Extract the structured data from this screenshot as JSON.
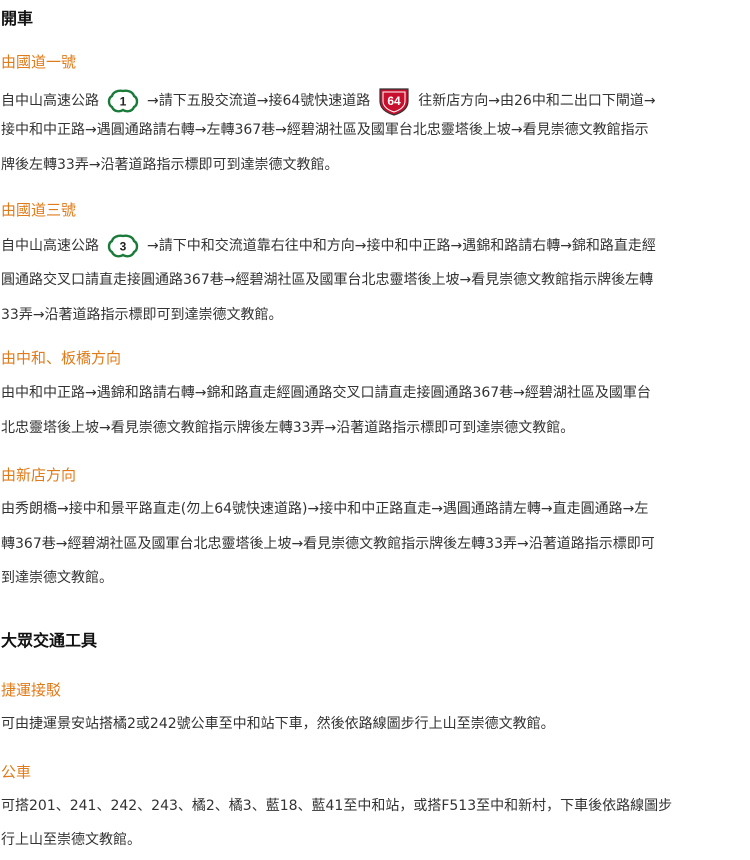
{
  "sections": {
    "driving": {
      "title": "開車",
      "national1": {
        "heading": "由國道一號",
        "line1_a": "自中山高速公路",
        "shield1_number": "1",
        "line1_b": "→請下五股交流道→接64號快速道路",
        "shield64_number": "64",
        "line1_c": "往新店方向→由26中和二出口下閘道→",
        "line2": "接中和中正路→遇圓通路請右轉→左轉367巷→經碧湖社區及國軍台北忠靈塔後上坡→看見崇德文教館指示",
        "line3": "牌後左轉33弄→沿著道路指示標即可到達崇德文教館。"
      },
      "national3": {
        "heading": "由國道三號",
        "line1_a": "自中山高速公路",
        "shield3_number": "3",
        "line1_b": "→請下中和交流道靠右往中和方向→接中和中正路→遇錦和路請右轉→錦和路直走經",
        "line2": "圓通路交叉口請直走接圓通路367巷→經碧湖社區及國軍台北忠靈塔後上坡→看見崇德文教館指示牌後左轉",
        "line3": "33弄→沿著道路指示標即可到達崇德文教館。"
      },
      "zhonghe": {
        "heading": "由中和、板橋方向",
        "line1": "由中和中正路→遇錦和路請右轉→錦和路直走經圓通路交叉口請直走接圓通路367巷→經碧湖社區及國軍台",
        "line2": "北忠靈塔後上坡→看見崇德文教館指示牌後左轉33弄→沿著道路指示標即可到達崇德文教館。"
      },
      "xindian": {
        "heading": "由新店方向",
        "line1": "由秀朗橋→接中和景平路直走(勿上64號快速道路)→接中和中正路直走→遇圓通路請左轉→直走圓通路→左",
        "line2": "轉367巷→經碧湖社區及國軍台北忠靈塔後上坡→看見崇德文教館指示牌後左轉33弄→沿著道路指示標即可",
        "line3": "到達崇德文教館。"
      }
    },
    "transit": {
      "title": "大眾交通工具",
      "mrt": {
        "heading": "捷運接駁",
        "line1": "可由捷運景安站搭橘2或242號公車至中和站下車，然後依路線圖步行上山至崇德文教館。"
      },
      "bus": {
        "heading": "公車",
        "line1": "可搭201、241、242、243、橘2、橘3、藍18、藍41至中和站，或搭F513至中和新村，下車後依路線圖步",
        "line2": "行上山至崇德文教館。"
      }
    }
  },
  "colors": {
    "heading_orange": "#e07b1a",
    "body_text": "#333333",
    "shield_red": "#c8102e",
    "shield_green": "#1a7a3a"
  },
  "icons": {
    "shield1": "national-freeway-shield-icon",
    "shield3": "national-freeway-shield-icon",
    "shield64": "provincial-expressway-shield-icon"
  }
}
